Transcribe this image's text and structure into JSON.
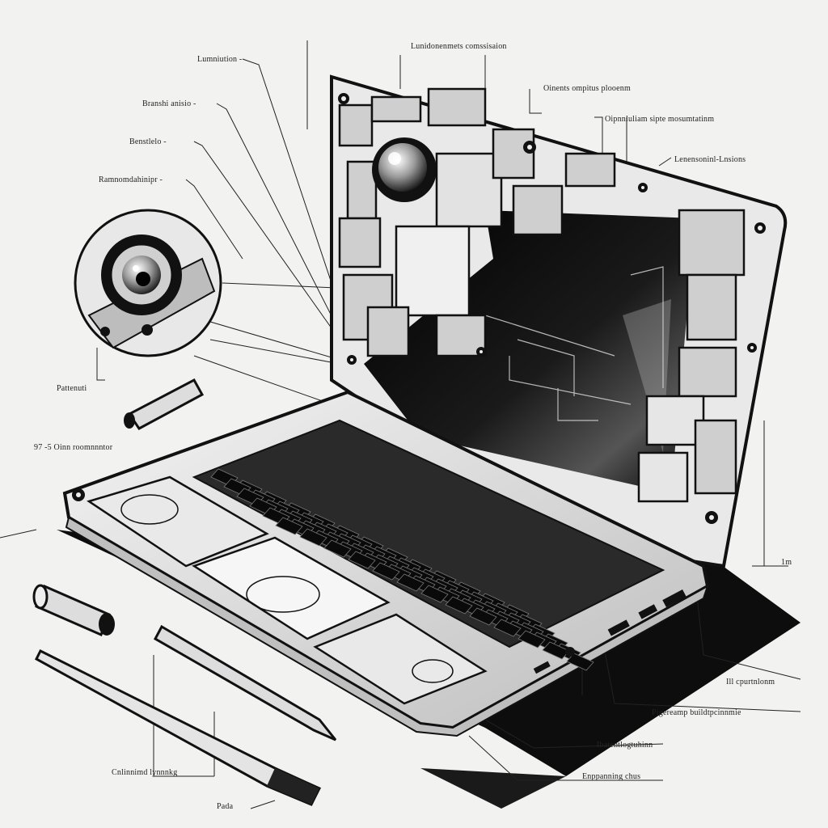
{
  "callouts": [
    {
      "id": "top-left-1",
      "text": "Lumniution -"
    },
    {
      "id": "top-left-2",
      "text": "Branshi anisio -"
    },
    {
      "id": "top-left-3",
      "text": "Benstlelo -"
    },
    {
      "id": "top-left-4",
      "text": "Ramnomdahinipr -"
    },
    {
      "id": "top-center",
      "text": "Lunidonenmets comssisaion"
    },
    {
      "id": "top-right-1",
      "text": "Oinents ompitus plooenm"
    },
    {
      "id": "top-right-2",
      "text": "Oipnnluliam sipte mosumtatinm"
    },
    {
      "id": "top-right-3",
      "text": "Lenensoninl-Lnsions"
    },
    {
      "id": "left-mid",
      "text": "Pattenuti"
    },
    {
      "id": "left-small",
      "text": "97 -5 Oinn roomnnntor"
    },
    {
      "id": "right-bottom-1",
      "text": "Ill cpurtnlonm"
    },
    {
      "id": "right-bottom-2",
      "text": "Pigereamp buildtpcinnmie"
    },
    {
      "id": "right-bottom-3",
      "text": "Ibatentlogtuhinn"
    },
    {
      "id": "right-bottom-4",
      "text": "Enppanning chus"
    },
    {
      "id": "bottom-left",
      "text": "Cnlinnimd lynnnkg"
    },
    {
      "id": "bottom-center",
      "text": "Pada"
    },
    {
      "id": "right-dim",
      "text": "1m"
    }
  ],
  "colors": {
    "paper": "#f2f2f0",
    "ink": "#111111",
    "screen": "#050505",
    "metal": "#d8d8d8"
  }
}
